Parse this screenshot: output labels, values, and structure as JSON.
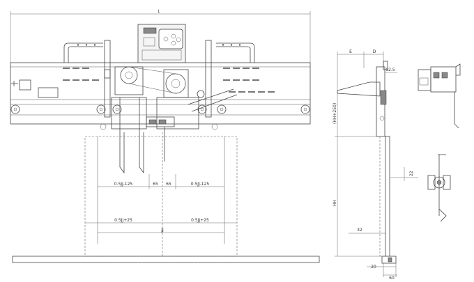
{
  "labels": {
    "L": "L",
    "E": "E",
    "D": "D",
    "d_92_5": "92.5",
    "d_0_5jj_125_left": "0.5JJ-125",
    "d_65_a": "65",
    "d_65_b": "65",
    "d_0_5jj_125_right": "0.5JJ-125",
    "d_0_5jj_25_left": "0.5JJ+25",
    "d_0_5jj_25_right": "0.5JJ+25",
    "JJ": "JJ",
    "HH": "HH",
    "HH250": "(HH+250)",
    "d_22": "22",
    "d_32": "32",
    "d_20": "20",
    "d_60": "60"
  }
}
